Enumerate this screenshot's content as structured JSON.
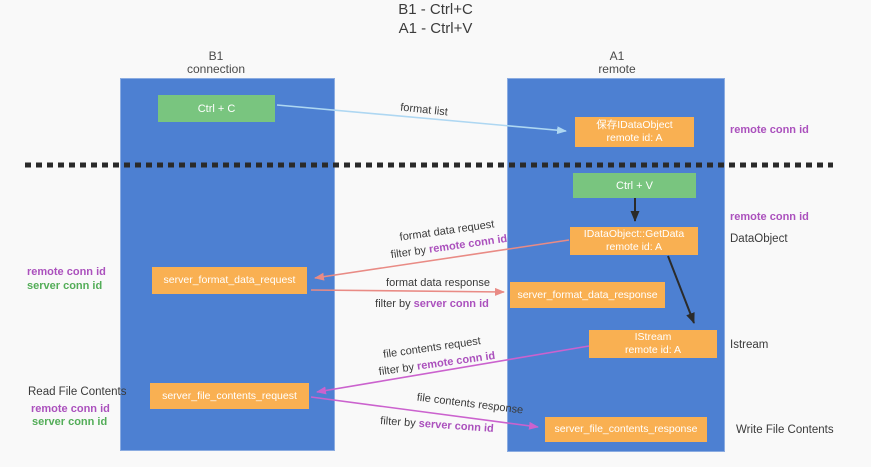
{
  "title": {
    "line1": "B1 - Ctrl+C",
    "line2": "A1 - Ctrl+V"
  },
  "lanes": {
    "left": {
      "name": "B1",
      "role": "connection"
    },
    "right": {
      "name": "A1",
      "role": "remote"
    }
  },
  "nodes": {
    "ctrl_c": {
      "label": "Ctrl + C"
    },
    "ctrl_v": {
      "label": "Ctrl + V"
    },
    "save_dataobject": {
      "line1": "保存IDataObject",
      "line2": "remote id: A"
    },
    "getdata": {
      "line1": "IDataObject::GetData",
      "line2": "remote id: A"
    },
    "istream": {
      "line1": "IStream",
      "line2": "remote id: A"
    },
    "server_format_data_request": {
      "label": "server_format_data_request"
    },
    "server_format_data_response": {
      "label": "server_format_data_response"
    },
    "server_file_contents_request": {
      "label": "server_file_contents_request"
    },
    "server_file_contents_response": {
      "label": "server_file_contents_response"
    }
  },
  "flow_labels": {
    "format_list": "format list",
    "format_data_request": "format data request",
    "format_data_response": "format data response",
    "file_contents_request": "file contents request",
    "file_contents_response": "file contents response",
    "filter_by": "filter by",
    "remote_conn_id": "remote conn id",
    "server_conn_id": "server conn id"
  },
  "annotations": {
    "right_top_remote_conn_id": "remote conn id",
    "right_mid_remote_conn_id": "remote conn id",
    "dataobject": "DataObject",
    "istream": "Istream",
    "write_file_contents": "Write File Contents",
    "left_mid_remote": "remote conn id",
    "left_mid_server": "server conn id",
    "read_file_contents": "Read File Contents",
    "left_bottom_remote": "remote conn id",
    "left_bottom_server": "server conn id"
  },
  "colors": {
    "lane_blue": "#4d80d2",
    "node_green": "#79c57f",
    "node_orange": "#f9b052",
    "arrow_black": "#2b2b2b",
    "arrow_salmon": "#e98b85",
    "arrow_magenta": "#cb62ce",
    "arrow_lightblue": "#aed7f2",
    "text_purple": "#ab51bd",
    "text_green": "#53ad58",
    "divider_black": "#2a2a2a"
  }
}
